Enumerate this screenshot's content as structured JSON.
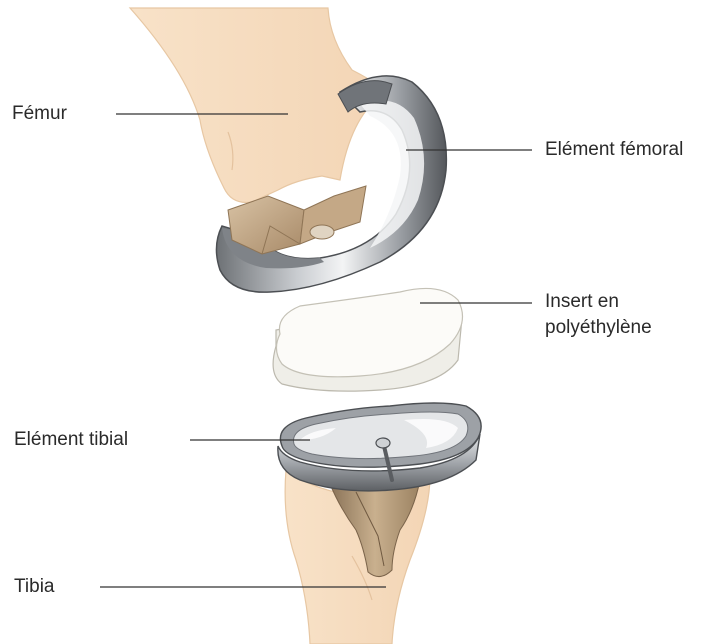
{
  "diagram": {
    "labels": {
      "femur": "Fémur",
      "femoral_component": "Elément fémoral",
      "insert_line1": "Insert en",
      "insert_line2": "polyéthylène",
      "tibial_component": "Elément tibial",
      "tibia": "Tibia"
    },
    "colors": {
      "bone": "#f6dcc0",
      "bone_edge": "#e6c4a0",
      "metal_light": "#eceef0",
      "metal_mid": "#a9adb2",
      "metal_dark": "#55585c",
      "cement_cut": "#b89a78",
      "polyethylene": "#fbfaf6"
    }
  }
}
